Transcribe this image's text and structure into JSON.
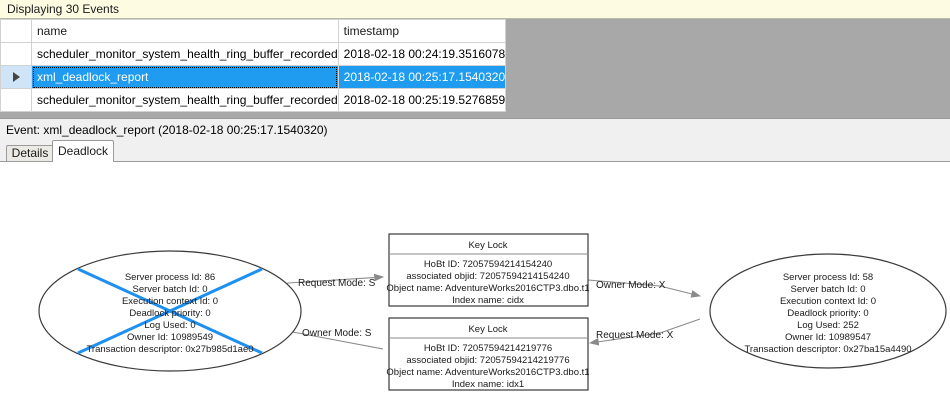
{
  "banner": {
    "text": "Displaying 30 Events"
  },
  "grid": {
    "columns": [
      "",
      "name",
      "timestamp"
    ],
    "rows": [
      {
        "selector": "",
        "name": "scheduler_monitor_system_health_ring_buffer_recorded",
        "timestamp": "2018-02-18 00:24:19.3516078",
        "selected": false
      },
      {
        "selector": "▶",
        "name": "xml_deadlock_report",
        "timestamp": "2018-02-18 00:25:17.1540320",
        "selected": true
      },
      {
        "selector": "",
        "name": "scheduler_monitor_system_health_ring_buffer_recorded",
        "timestamp": "2018-02-18 00:25:19.5276859",
        "selected": false
      }
    ]
  },
  "event_caption": {
    "text": "Event: xml_deadlock_report (2018-02-18 00:25:17.1540320)"
  },
  "tabs": [
    {
      "label": "Details",
      "active": false
    },
    {
      "label": "Deadlock",
      "active": true
    }
  ],
  "deadlock_graph": {
    "victim_marker_color": "#1e90f0",
    "processes": [
      {
        "id": "process-left",
        "is_victim": true,
        "lines": [
          "Server process Id: 86",
          "Server batch Id: 0",
          "Execution context Id: 0",
          "Deadlock priority: 0",
          "Log Used: 0",
          "Owner Id: 10989549",
          "Transaction descriptor: 0x27b985d1ae0"
        ]
      },
      {
        "id": "process-right",
        "is_victim": false,
        "lines": [
          "Server process Id: 58",
          "Server batch Id: 0",
          "Execution context Id: 0",
          "Deadlock priority: 0",
          "Log Used: 252",
          "Owner Id: 10989547",
          "Transaction descriptor: 0x27ba15a4490"
        ]
      }
    ],
    "resources": [
      {
        "id": "keylock-top",
        "title": "Key Lock",
        "lines": [
          "HoBt ID: 72057594214154240",
          "associated objid: 72057594214154240",
          "Object name: AdventureWorks2016CTP3.dbo.t1",
          "Index name: cidx"
        ]
      },
      {
        "id": "keylock-bottom",
        "title": "Key Lock",
        "lines": [
          "HoBt ID: 72057594214219776",
          "associated objid: 72057594214219776",
          "Object name: AdventureWorks2016CTP3.dbo.t1",
          "Index name: idx1"
        ]
      }
    ],
    "edges": [
      {
        "id": "edge-request-s",
        "label": "Request Mode: S",
        "from": "process-left",
        "to": "keylock-top"
      },
      {
        "id": "edge-owner-s",
        "label": "Owner Mode: S",
        "from": "keylock-bottom",
        "to": "process-left"
      },
      {
        "id": "edge-owner-x",
        "label": "Owner Mode: X",
        "from": "keylock-top",
        "to": "process-right"
      },
      {
        "id": "edge-request-x",
        "label": "Request Mode: X",
        "from": "process-right",
        "to": "keylock-bottom"
      }
    ]
  }
}
